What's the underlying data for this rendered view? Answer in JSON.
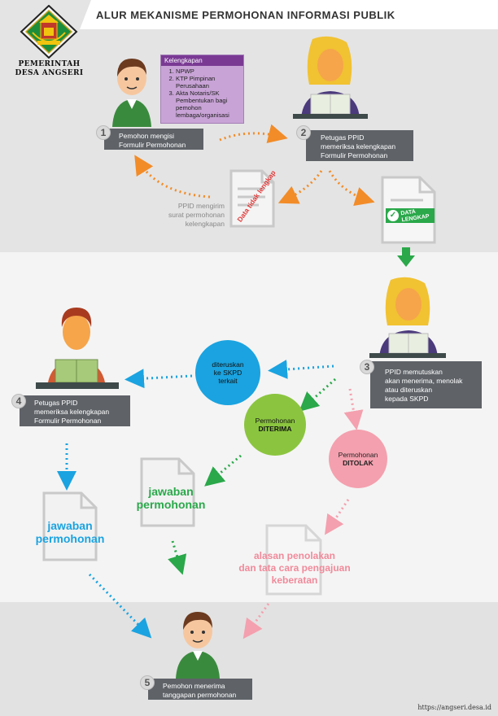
{
  "title": "ALUR MEKANISME PERMOHONAN INFORMASI PUBLIK",
  "government": {
    "line1": "PEMERINTAH",
    "line2": "DESA ANGSERI"
  },
  "kelengkapan": {
    "heading": "Kelengkapan",
    "items": [
      "NPWP",
      "KTP Pimpinan Perusahaan",
      "Akta Notaris/SK Pembentukan bagi pemohon lembaga/organisasi"
    ]
  },
  "steps": {
    "s1": {
      "number": "1",
      "line1": "Pemohon mengisi",
      "line2": "Formulir Permohonan"
    },
    "s2": {
      "number": "2",
      "line1": "Petugas PPID",
      "line2": "memeriksa kelengkapan",
      "line3": "Formulir Permohonan"
    },
    "s3": {
      "number": "3",
      "line1": "PPID memutuskan",
      "line2": "akan menerima, menolak",
      "line3": "atau diteruskan",
      "line4": "kepada SKPD"
    },
    "s4": {
      "number": "4",
      "line1": "Petugas PPID",
      "line2": "memeriksa kelengkapan",
      "line3": "Formulir Permohonan"
    },
    "s5": {
      "number": "5",
      "line1": "Pemohon menerima",
      "line2": "tanggapan permohonan"
    }
  },
  "incomplete": {
    "stamp": "Data tidak lengkap",
    "line1": "PPID mengirim",
    "line2": "surat permohonan",
    "line3": "kelengkapan"
  },
  "complete": {
    "badge_line1": "DATA",
    "badge_line2": "LENGKAP"
  },
  "decisions": {
    "forwarded": {
      "line1": "diteruskan",
      "line2": "ke SKPD",
      "line3": "terkait"
    },
    "accepted": {
      "line1": "Permohonan",
      "line2": "DITERIMA"
    },
    "rejected": {
      "line1": "Permohonan",
      "line2": "DITOLAK"
    }
  },
  "responses": {
    "green": {
      "line1": "jawaban",
      "line2": "permohonan"
    },
    "blue": {
      "line1": "jawaban",
      "line2": "permohonan"
    },
    "rejection": {
      "line1": "alasan penolakan",
      "line2": "dan tata cara pengajuan",
      "line3": "keberatan"
    }
  },
  "url": "https://angseri.desa.id",
  "colors": {
    "orange": "#f28c28",
    "blue": "#1aa3e0",
    "green": "#2aa84a",
    "pink": "#f4a0ae",
    "label": "#5f6368",
    "purple": "#7a3a94"
  }
}
